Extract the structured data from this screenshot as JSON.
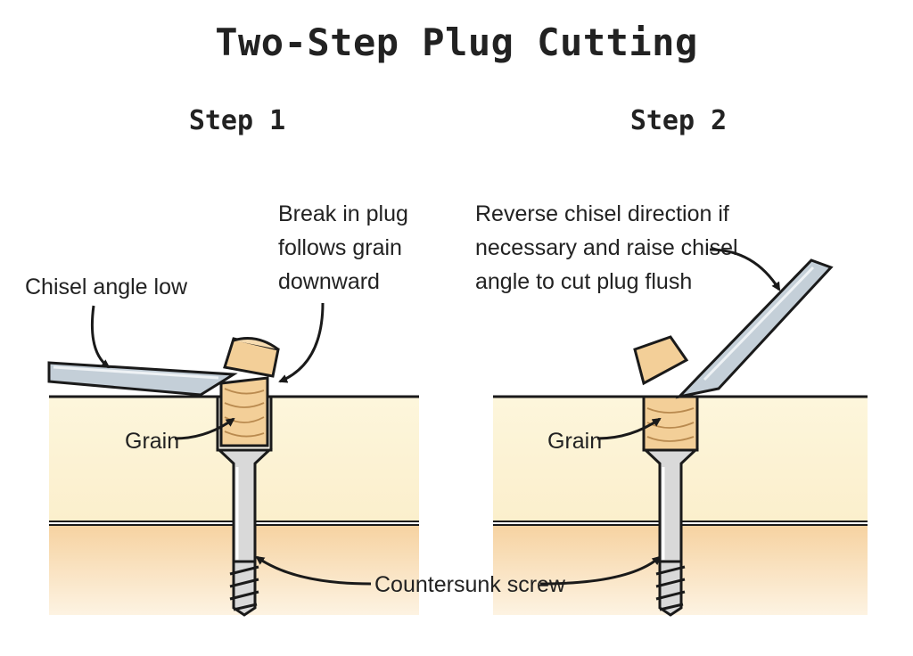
{
  "title": "Two-Step Plug Cutting",
  "steps": [
    {
      "heading": "Step 1",
      "labels": {
        "chisel": [
          "Chisel angle low"
        ],
        "plug_break": [
          "Break in plug",
          "follows grain",
          "downward"
        ],
        "grain": "Grain"
      }
    },
    {
      "heading": "Step 2",
      "labels": {
        "chisel": [
          "Reverse chisel direction if",
          "necessary and raise chisel",
          "angle to cut plug flush"
        ],
        "grain": "Grain"
      }
    }
  ],
  "shared_label": "Countersunk screw",
  "colors": {
    "top_board": "#fdf6dc",
    "bottom_board": "#f6d6a6",
    "plug_wood": "#f3cf98",
    "chisel_blade": "#c4cfd8",
    "screw_metal": "#d9d9d9",
    "outline": "#1a1a1a"
  }
}
